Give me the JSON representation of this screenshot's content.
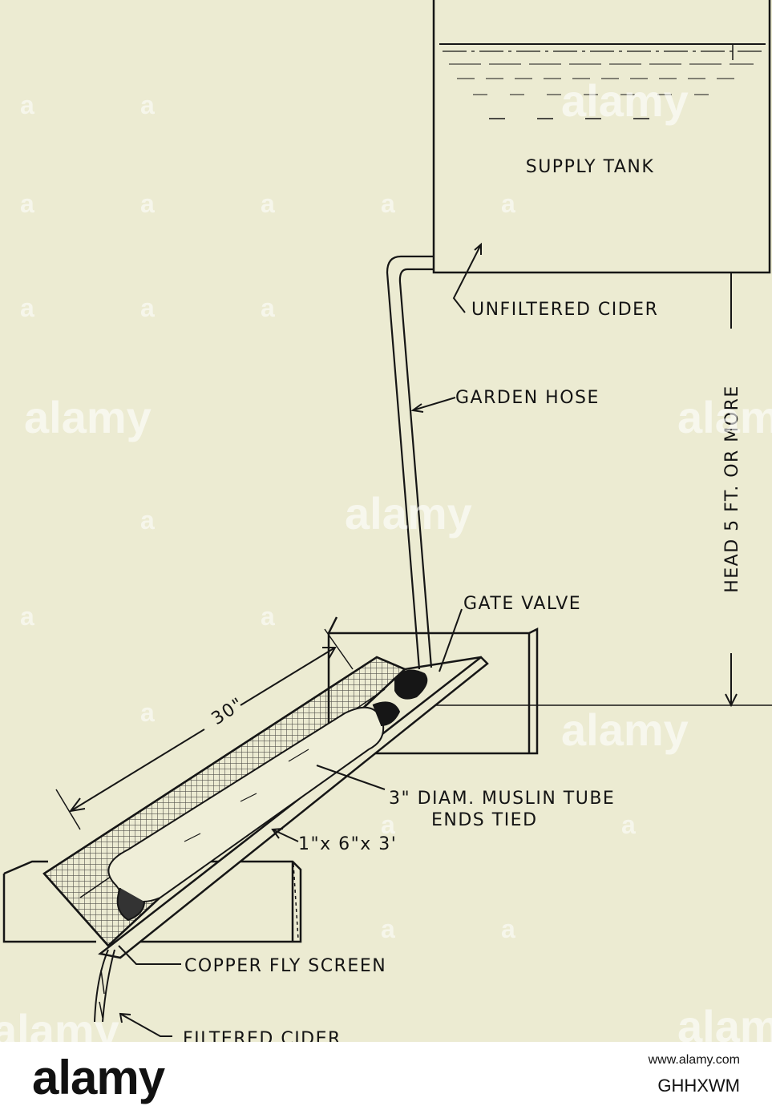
{
  "diagram": {
    "labels": {
      "supply_tank": "SUPPLY TANK",
      "unfiltered_cider": "UNFILTERED CIDER",
      "garden_hose": "GARDEN HOSE",
      "head": "HEAD 5 FT. OR MORE",
      "gate_valve": "GATE VALVE",
      "length": "30\"",
      "muslin_line1": "3\" DIAM. MUSLIN TUBE",
      "muslin_line2": "ENDS TIED",
      "board": "1\"x 6\"x 3'",
      "copper_screen": "COPPER FLY SCREEN",
      "filtered_cider": "FILTERED CIDER"
    },
    "colors": {
      "paper": "#ecebd2",
      "ink": "#161616"
    }
  },
  "watermark": {
    "text": "alamy",
    "letter": "a"
  },
  "footer": {
    "logo": "alamy",
    "url": "www.alamy.com",
    "image_id": "GHHXWM"
  }
}
